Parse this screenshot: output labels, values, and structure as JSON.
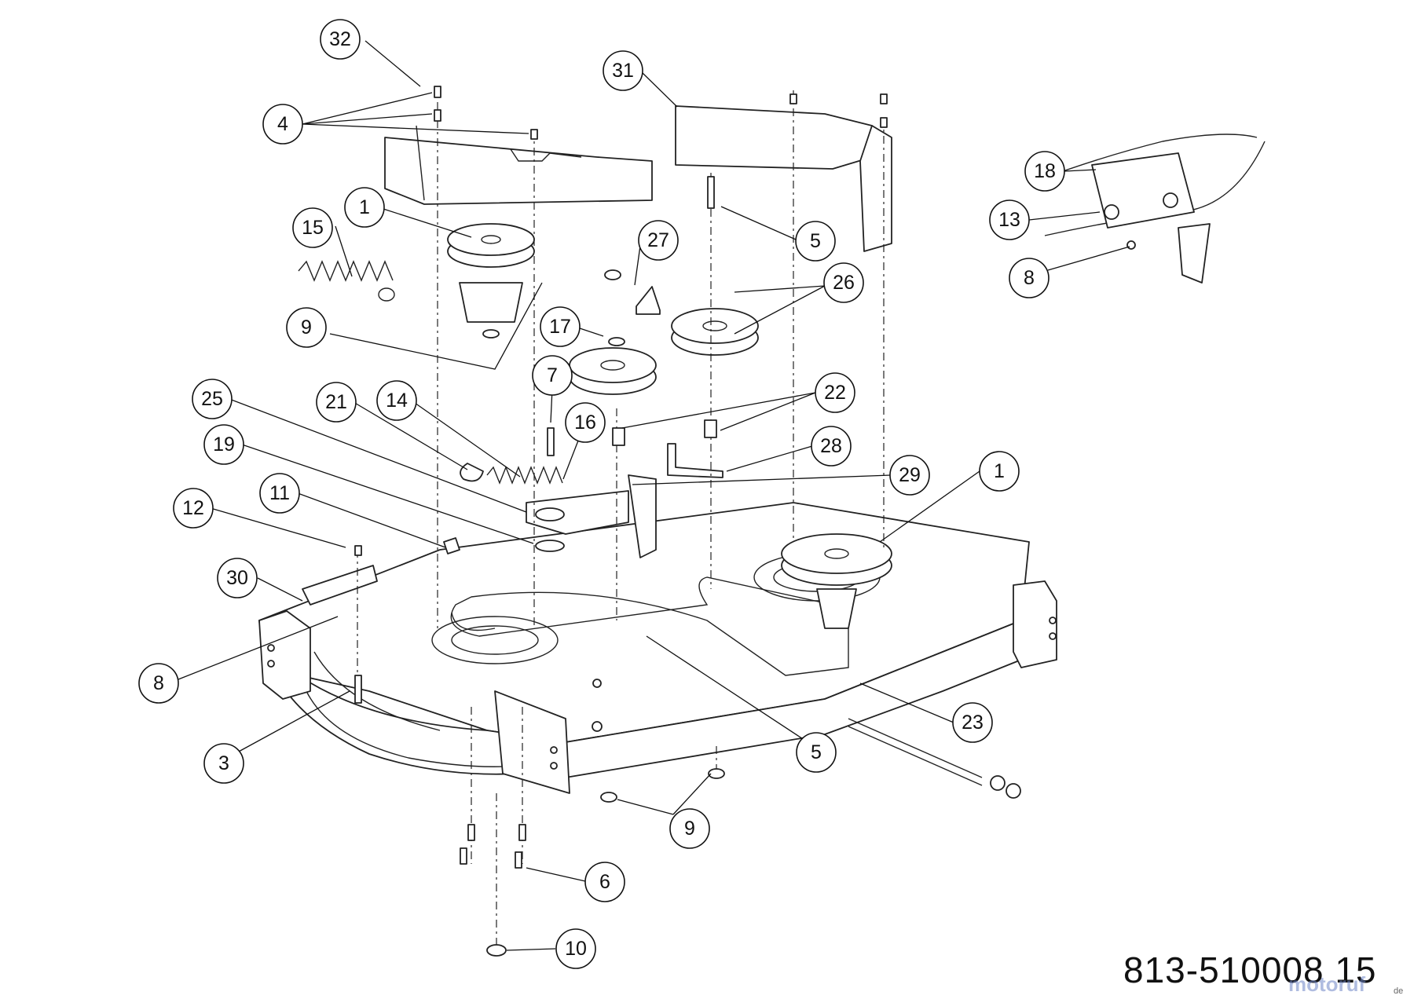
{
  "drawing_number": "813-510008 15",
  "watermark": {
    "brand": "motoruf",
    "tld": "de"
  },
  "callouts": [
    "32",
    "4",
    "31",
    "18",
    "13",
    "8",
    "1",
    "15",
    "5",
    "27",
    "26",
    "9",
    "17",
    "7",
    "25",
    "21",
    "14",
    "16",
    "22",
    "28",
    "19",
    "29",
    "1",
    "11",
    "12",
    "30",
    "8",
    "3",
    "5",
    "23",
    "9",
    "6",
    "10"
  ]
}
